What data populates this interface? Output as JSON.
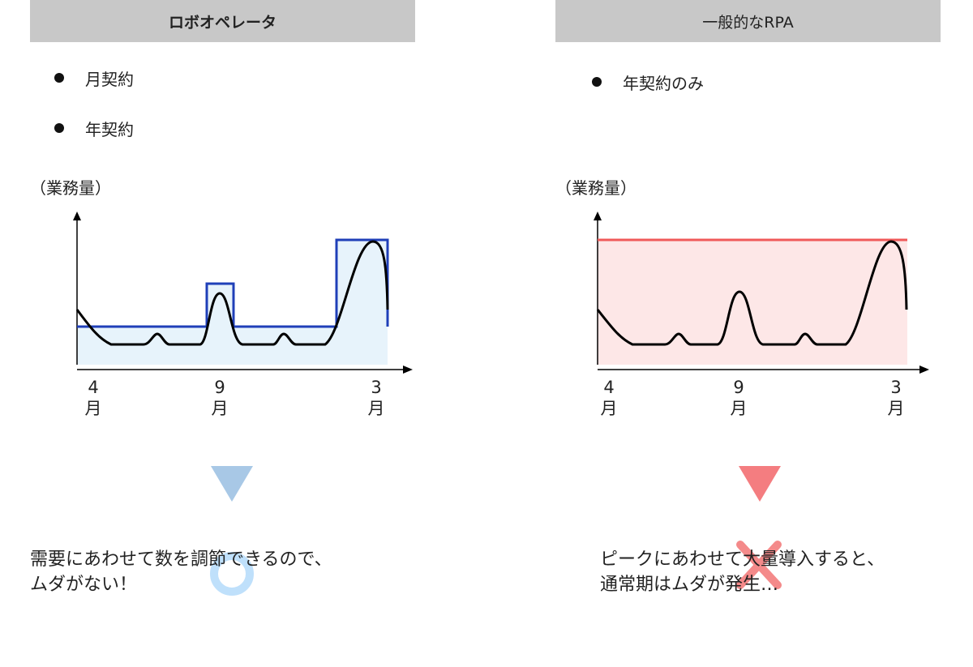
{
  "colors": {
    "header_bg": "#c8c8c8",
    "robo_line": "#1f3fb8",
    "robo_fill": "#e7f3fb",
    "rpa_line": "#f05a5a",
    "rpa_fill": "#fde7e7",
    "arrow_left": "#a8c8e6",
    "arrow_right": "#f47d80",
    "circle_mark": "#bfe0fb",
    "cross_mark": "#f48a8a"
  },
  "left": {
    "title": "ロボオペレータ",
    "bullets": [
      "月契約",
      "年契約"
    ],
    "ylabel": "（業務量）",
    "x_labels": [
      {
        "num": "4",
        "unit": "月"
      },
      {
        "num": "9",
        "unit": "月"
      },
      {
        "num": "3",
        "unit": "月"
      }
    ],
    "conclusion": "需要にあわせて数を調節できるので、\nムダがない！",
    "mark_icon": "circle-mark-icon"
  },
  "right": {
    "title": "一般的なRPA",
    "bullets": [
      "年契約のみ"
    ],
    "ylabel": "（業務量）",
    "x_labels": [
      {
        "num": "4",
        "unit": "月"
      },
      {
        "num": "9",
        "unit": "月"
      },
      {
        "num": "3",
        "unit": "月"
      }
    ],
    "conclusion": "ピークにあわせて大量導入すると、\n通常期はムダが発生…",
    "mark_icon": "cross-mark-icon"
  }
}
